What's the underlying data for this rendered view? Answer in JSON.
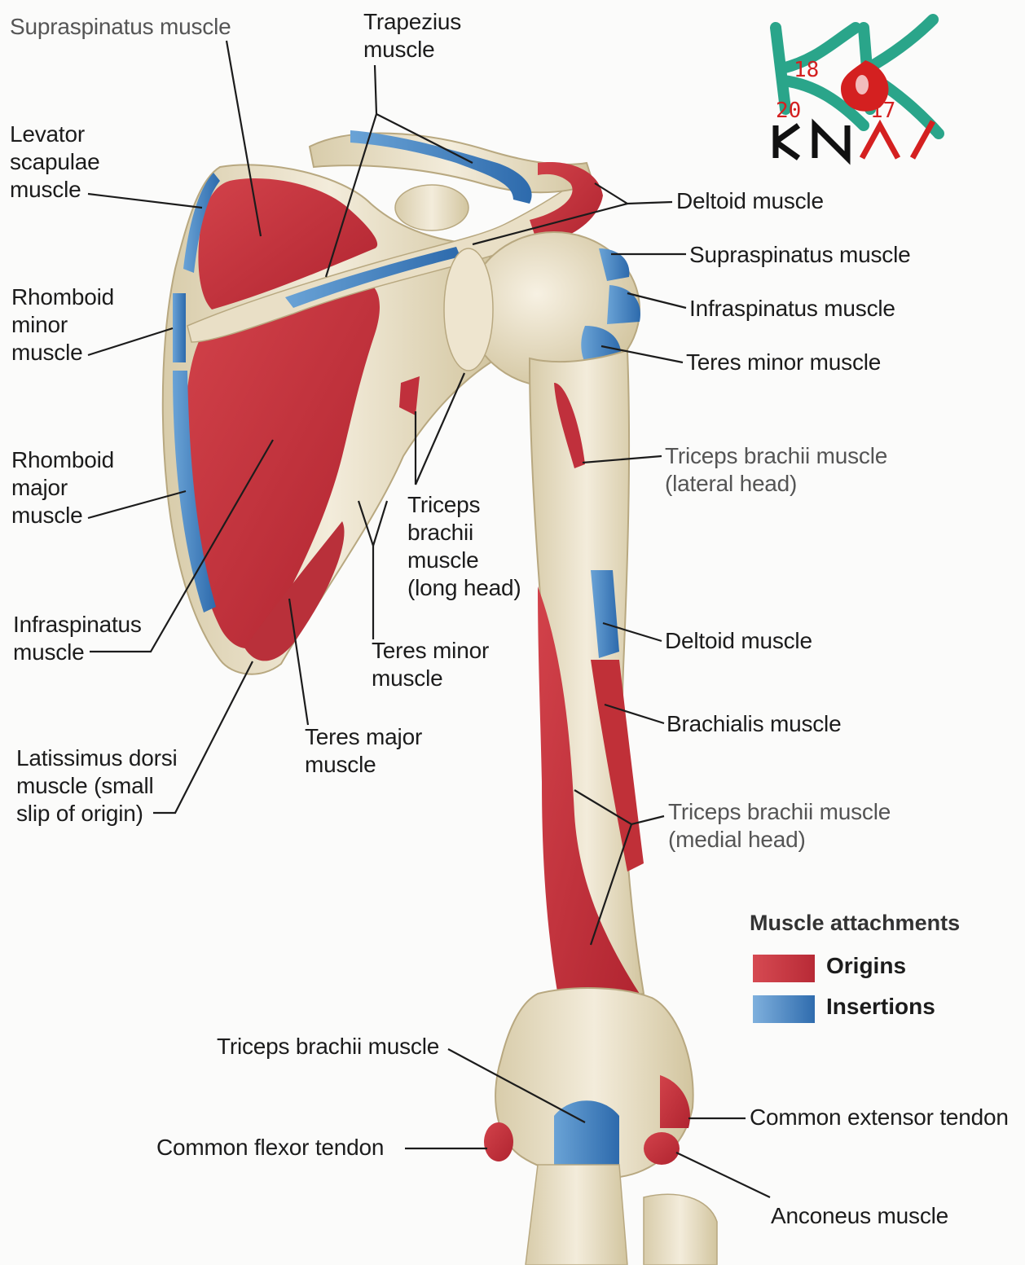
{
  "labels": {
    "supraspinatus_left": "Supraspinatus muscle",
    "trapezius": "Trapezius\nmuscle",
    "levator_scapulae": "Levator\nscapulae\nmuscle",
    "rhomboid_minor": "Rhomboid\nminor\nmuscle",
    "rhomboid_major": "Rhomboid\nmajor\nmuscle",
    "infraspinatus_left": "Infraspinatus\nmuscle",
    "latissimus_dorsi": "Latissimus dorsi\nmuscle (small\nslip of origin)",
    "triceps_long_head": "Triceps\nbrachii\nmuscle\n(long head)",
    "teres_minor_center": "Teres minor\nmuscle",
    "teres_major": "Teres major\nmuscle",
    "deltoid_top": "Deltoid muscle",
    "supraspinatus_right": "Supraspinatus muscle",
    "infraspinatus_right": "Infraspinatus muscle",
    "teres_minor_right": "Teres minor muscle",
    "triceps_lateral_head": "Triceps brachii muscle\n(lateral head)",
    "deltoid_lower": "Deltoid muscle",
    "brachialis": "Brachialis muscle",
    "triceps_medial_head": "Triceps brachii muscle\n(medial head)",
    "triceps_bottom": "Triceps brachii muscle",
    "common_extensor": "Common extensor tendon",
    "common_flexor": "Common flexor tendon",
    "anconeus": "Anconeus muscle"
  },
  "legend": {
    "title": "Muscle attachments",
    "items": [
      {
        "label": "Origins",
        "color": "#c8303c"
      },
      {
        "label": "Insertions",
        "color": "#3e7fc0"
      }
    ]
  },
  "logo": {
    "year_start_a": "18",
    "year_start_b": "20",
    "year_end": "17",
    "wordmark": "KNA"
  },
  "colors": {
    "origin": "#c8303c",
    "insertion": "#3e7fc0",
    "bone": "#ece3cc",
    "logo_green": "#2aa58a",
    "logo_red": "#d42020"
  }
}
